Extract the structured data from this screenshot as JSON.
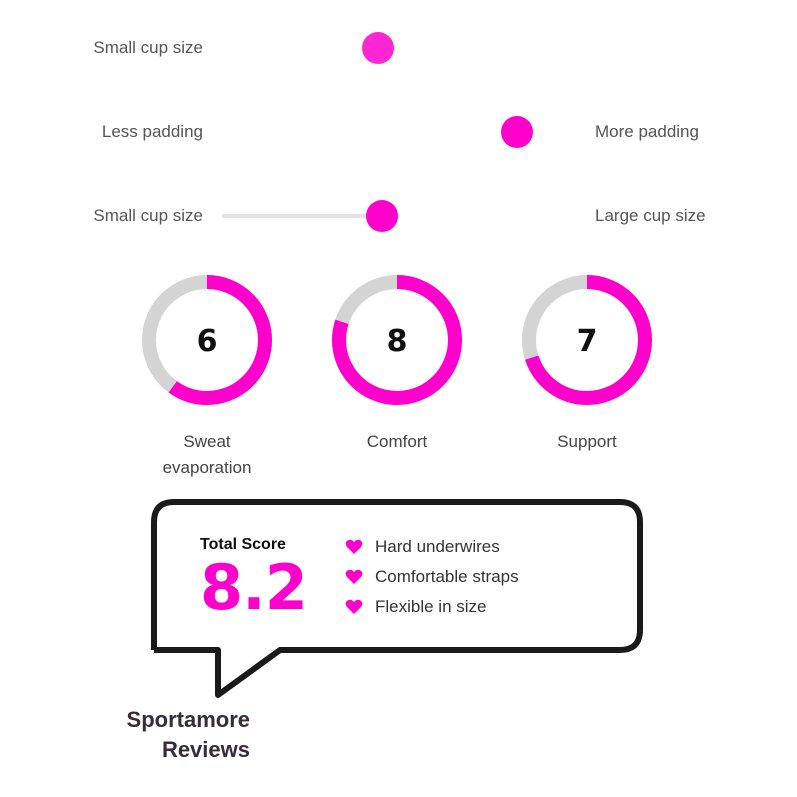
{
  "accent_color": "#ff00cc",
  "sliders": [
    {
      "left_label": "Small cup size",
      "right_label": "",
      "value": 0.5
    },
    {
      "left_label": "Less padding",
      "right_label": "More padding",
      "value": 0.85
    },
    {
      "left_label": "Small cup size",
      "right_label": "Large cup size",
      "value": 0.5
    }
  ],
  "ratings": [
    {
      "label": "Sweat evaporation",
      "value": "6",
      "fraction": 0.6
    },
    {
      "label": "Comfort",
      "value": "8",
      "fraction": 0.8
    },
    {
      "label": "Support",
      "value": "7",
      "fraction": 0.7
    }
  ],
  "summary": {
    "title": "Total Score",
    "score": "8.2",
    "pros": [
      "Hard underwires",
      "Comfortable straps",
      "Flexible in size"
    ],
    "pro_icon": "heart-icon"
  },
  "brand": {
    "line1": "Sportamore",
    "line2": "Reviews"
  }
}
